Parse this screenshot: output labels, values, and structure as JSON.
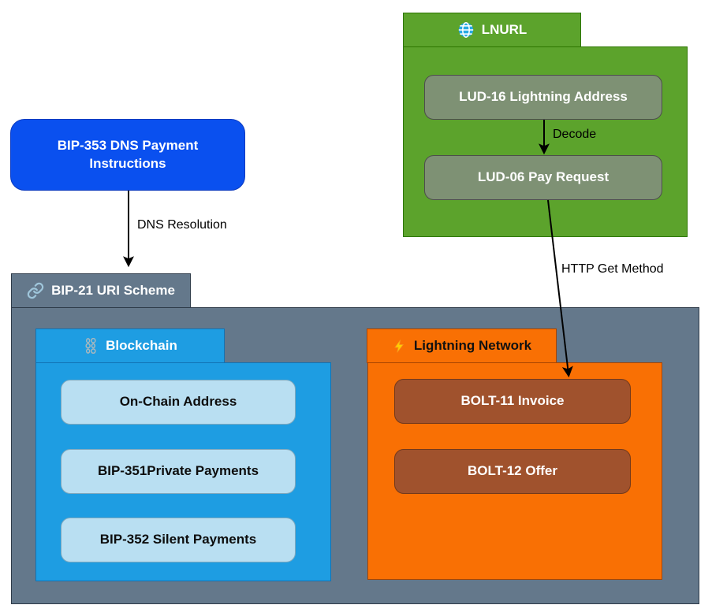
{
  "lnurl": {
    "title": "LNURL",
    "icon": "globe-icon",
    "lud16_label": "LUD-16 Lightning Address",
    "lud06_label": "LUD-06 Pay Request"
  },
  "bip353": {
    "label": "BIP-353 DNS Payment\nInstructions"
  },
  "bip21": {
    "title": "BIP-21 URI Scheme",
    "icon": "link-icon"
  },
  "blockchain": {
    "title": "Blockchain",
    "icon": "chain-icon",
    "nodes": [
      "On-Chain Address",
      "BIP-351Private Payments",
      "BIP-352 Silent Payments"
    ]
  },
  "lightning": {
    "title": "Lightning Network",
    "icon": "lightning-icon",
    "nodes": [
      "BOLT-11 Invoice",
      "BOLT-12 Offer"
    ]
  },
  "edges": {
    "decode": "Decode",
    "dns_resolution": "DNS Resolution",
    "http_get": "HTTP Get Method"
  },
  "colors": {
    "lnurl_green": "#5CA32C",
    "lnurl_green_border": "#2D7600",
    "lud_node_fill": "#7E9174",
    "bip353_blue": "#0A50EF",
    "bip21_gray": "#64788B",
    "blockchain_blue": "#1E9DE2",
    "chain_node_fill": "#B9DFF2",
    "lightning_orange": "#F97004",
    "bolt_node_fill": "#A0522D",
    "globe_icon_cyan": "#29ABE2",
    "link_icon_blue": "#9FC6DB",
    "chain_icon_gray": "#ABB8BD",
    "bolt_icon_yellow": "#FFCE00",
    "arrow": "#000000"
  }
}
